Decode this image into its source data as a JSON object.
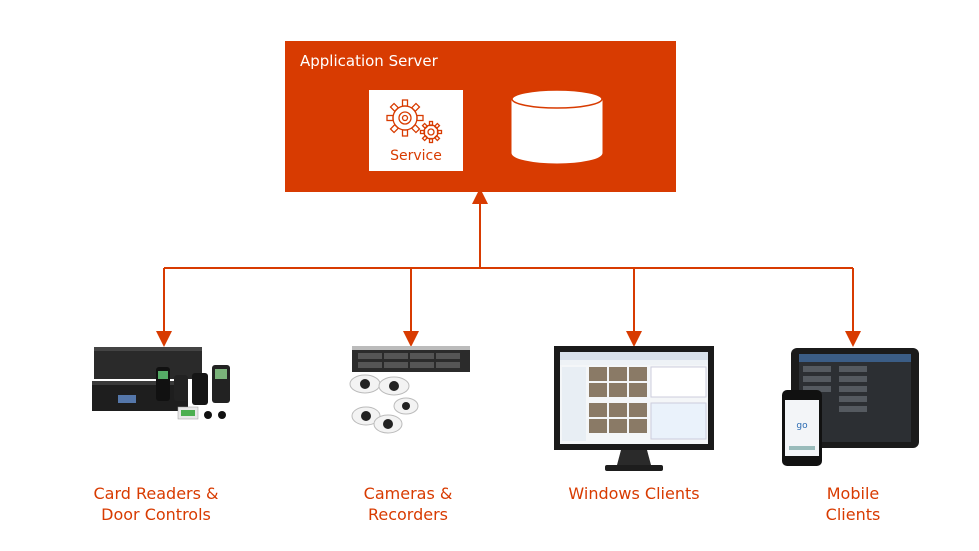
{
  "server": {
    "title": "Application Server",
    "service_label": "Service",
    "gear_icon": "gears-icon",
    "database_icon": "database-icon"
  },
  "colors": {
    "accent": "#d83b01",
    "background": "#ffffff"
  },
  "clients": [
    {
      "line1": "Card Readers &",
      "line2": "Door Controls",
      "icon": "card-reader-icon"
    },
    {
      "line1": "Cameras &",
      "line2": "Recorders",
      "icon": "camera-icon"
    },
    {
      "line1": "Windows Clients",
      "line2": "",
      "icon": "monitor-icon"
    },
    {
      "line1": "Mobile",
      "line2": "Clients",
      "icon": "mobile-devices-icon"
    }
  ]
}
